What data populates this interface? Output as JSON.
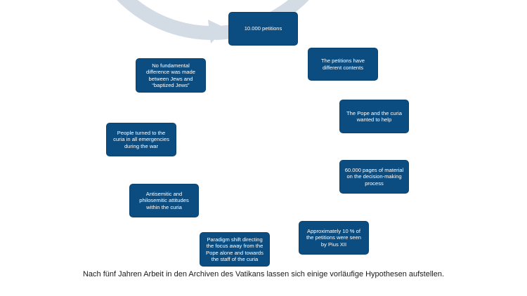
{
  "diagram": {
    "colors": {
      "box_fill": "#0b4d81",
      "box_text": "#ffffff",
      "ring": "#d3dbe4",
      "caption_text": "#1a1a1a"
    },
    "steps": [
      "10.000 petitions",
      "The petitions have different contents",
      "The Pope and the curia wanted to help",
      "60.000 pages of material on the decision-making process",
      "Approximately 10 % of the petitions were seen by Pius XII",
      "Paradigm shift directing the focus away from the Pope alone and towards the staff of the curia",
      "Antisemitic and philosemitic attitudes within the curia",
      "People turned to the curia in all emergencies during the war",
      "No fundamental difference was made between Jews and “baptized Jews”"
    ],
    "caption": "Nach fünf Jahren Arbeit in den Archiven des Vatikans lassen sich einige vorläufige Hypothesen aufstellen."
  }
}
